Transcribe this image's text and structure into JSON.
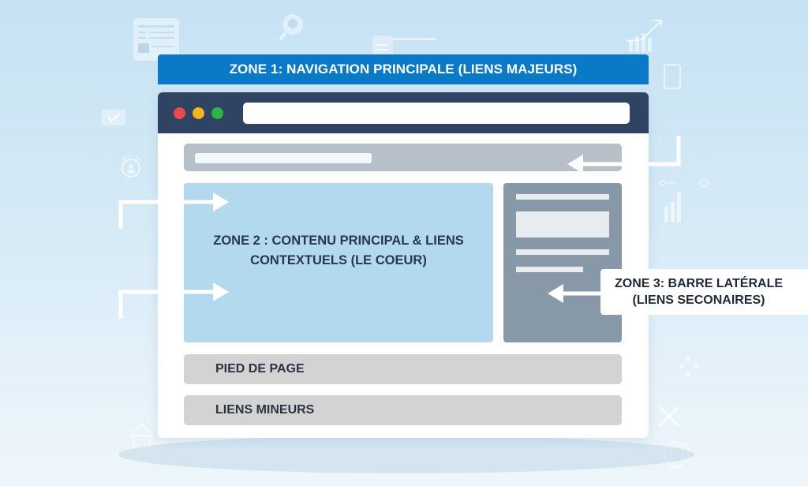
{
  "diagram": {
    "zone1": {
      "label": "ZONE 1: NAVIGATION PRINCIPALE (LIENS MAJEURS)",
      "color": "#0a7ac8"
    },
    "browser": {
      "titlebar_color": "#2f4462",
      "window_controls": [
        {
          "name": "close",
          "color": "#ec4a4a"
        },
        {
          "name": "minimize",
          "color": "#f2b51c"
        },
        {
          "name": "maximize",
          "color": "#2fb344"
        }
      ],
      "address_bar": ""
    },
    "zone2": {
      "line1": "ZONE 2 : CONTENU PRINCIPAL & LIENS",
      "line2": "CONTEXTUELS (LE COEUR)",
      "color": "#b2d9ee"
    },
    "zone3": {
      "line1": "ZONE 3: BARRE LATÉRALE",
      "line2": "(LIENS SECONAIRES)",
      "color": "#8799a8"
    },
    "footer": {
      "label": "PIED DE PAGE"
    },
    "minor_links": {
      "label": "LIENS MINEURS"
    },
    "arrows": [
      {
        "target": "header-bar",
        "direction": "left"
      },
      {
        "target": "main-content-top",
        "direction": "right"
      },
      {
        "target": "main-content-bottom",
        "direction": "right"
      },
      {
        "target": "sidebar",
        "direction": "left"
      }
    ],
    "background_icons": [
      "document-icon",
      "search-person-icon",
      "list-icon",
      "growth-chart-icon",
      "tablet-icon",
      "mail-icon",
      "alarm-clock-icon",
      "bar-chart-icon",
      "network-icon",
      "tools-icon",
      "globe-icon",
      "home-icon"
    ]
  }
}
